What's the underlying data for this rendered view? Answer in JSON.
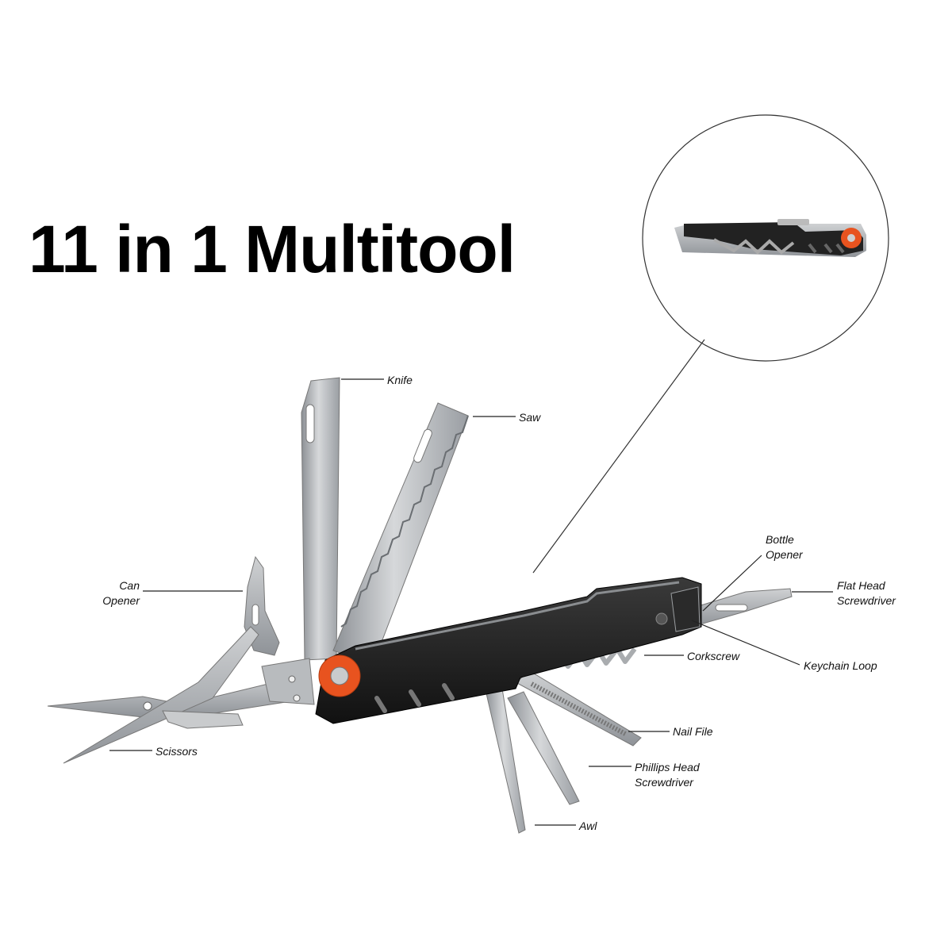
{
  "title": "11 in 1 Multitool",
  "colors": {
    "handle": "#1c1c1c",
    "steel": "#b5b8bb",
    "accent": "#e8531f",
    "line": "#222222"
  },
  "labels": {
    "knife": "Knife",
    "saw": "Saw",
    "can_opener": "Can\nOpener",
    "bottle_opener": "Bottle\nOpener",
    "flat_head": "Flat Head\nScrewdriver",
    "corkscrew": "Corkscrew",
    "keychain_loop": "Keychain Loop",
    "scissors": "Scissors",
    "nail_file": "Nail File",
    "phillips_head": "Phillips Head\nScrewdriver",
    "awl": "Awl"
  }
}
